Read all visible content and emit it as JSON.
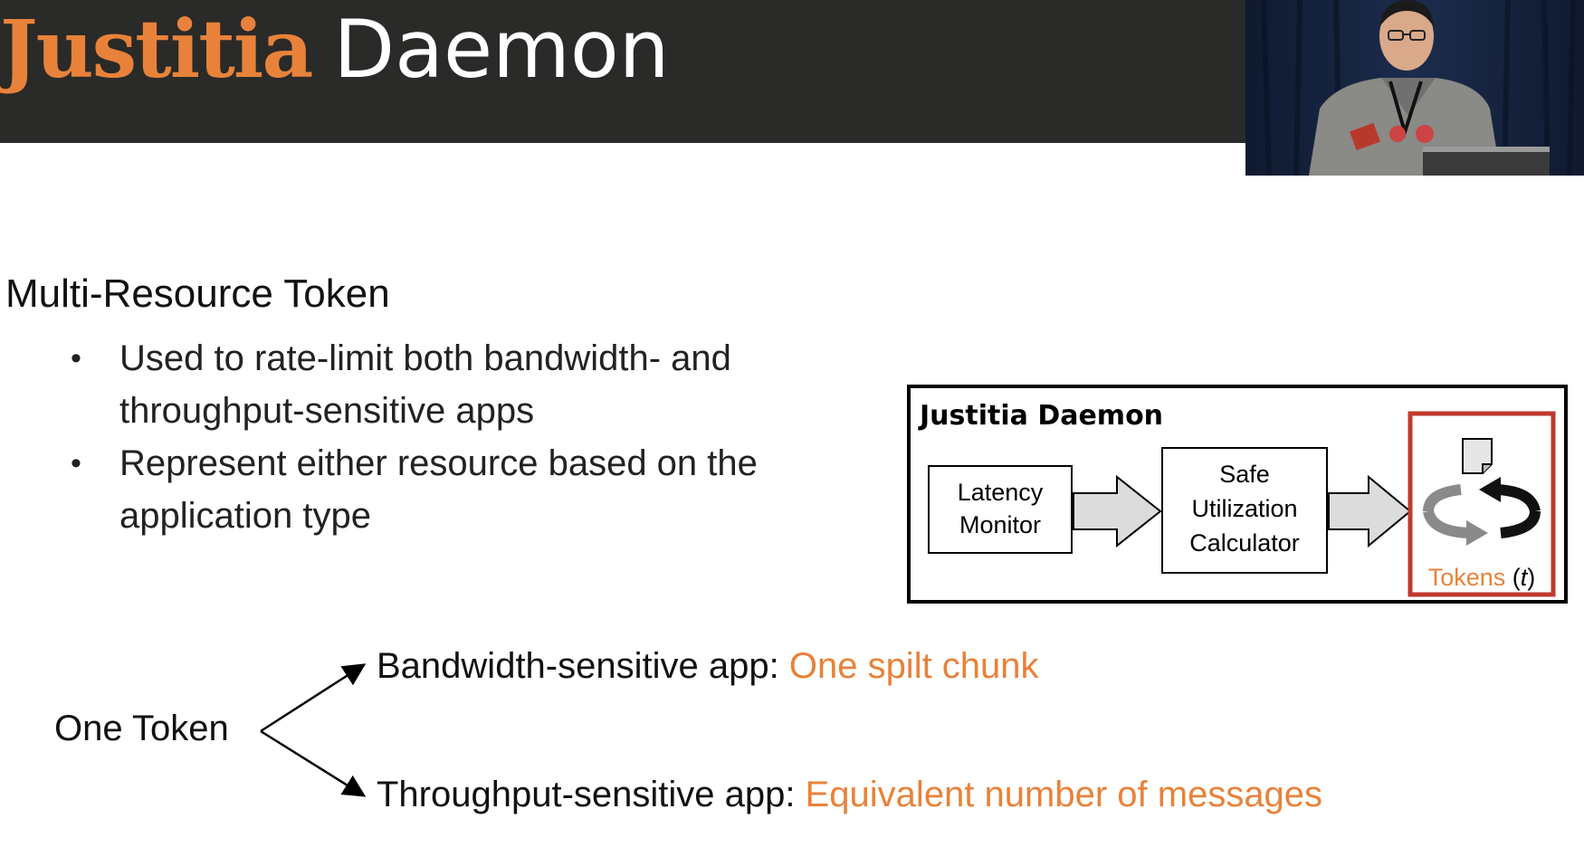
{
  "slide": {
    "title_accent": "Justitia",
    "title_rest": "Daemon",
    "heading": "Multi-Resource Token",
    "bullets": [
      "Used to rate-limit both bandwidth- and throughput-sensitive apps",
      "Represent either resource based on the application type"
    ]
  },
  "diagram": {
    "title": "Justitia Daemon",
    "box1": [
      "Latency",
      "Monitor"
    ],
    "box2": [
      "Safe",
      "Utilization",
      "Calculator"
    ],
    "tokens_label": "Tokens",
    "tokens_var": "t",
    "colors": {
      "accent": "#e8823a",
      "highlight_border": "#c0392b"
    }
  },
  "token_map": {
    "source": "One Token",
    "bandwidth_label": "Bandwidth-sensitive app:",
    "bandwidth_value": "One spilt chunk",
    "throughput_label": "Throughput-sensitive app:",
    "throughput_value": "Equivalent number of messages"
  },
  "colors": {
    "title_bar": "#2a2a28",
    "accent": "#e8823a"
  }
}
